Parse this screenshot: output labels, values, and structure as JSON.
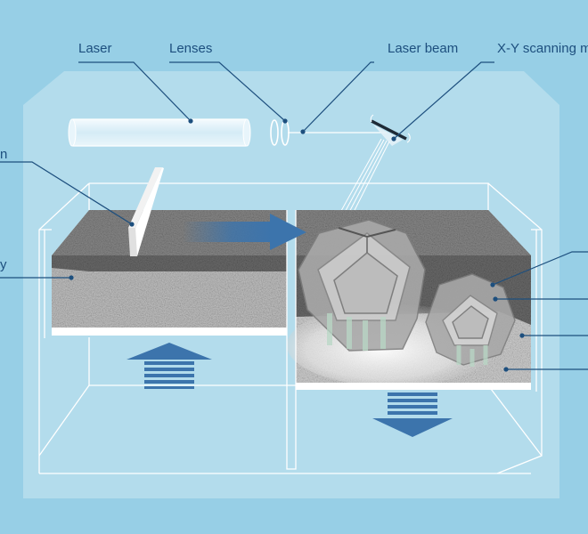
{
  "labels": {
    "laser": "Laser",
    "lenses": "Lenses",
    "laser_beam": "Laser beam",
    "xy_scanning": "X-Y scanning m",
    "left_edge_top": "n",
    "left_edge_mid": "y"
  },
  "colors": {
    "background": "#97cfe6",
    "enclosure": "#b3dcec",
    "leader_line": "#1d4f7e",
    "arrow": "#3c74ac",
    "powder_dark": "#6f6f6f",
    "powder_light": "#c2c2c2",
    "part": "#a8a8a8"
  },
  "icons": [
    "laser-tube",
    "lens-pair",
    "scanning-mirror",
    "recoater-blade",
    "powder-feed-arrow",
    "platform-up-arrow",
    "platform-down-arrow"
  ]
}
